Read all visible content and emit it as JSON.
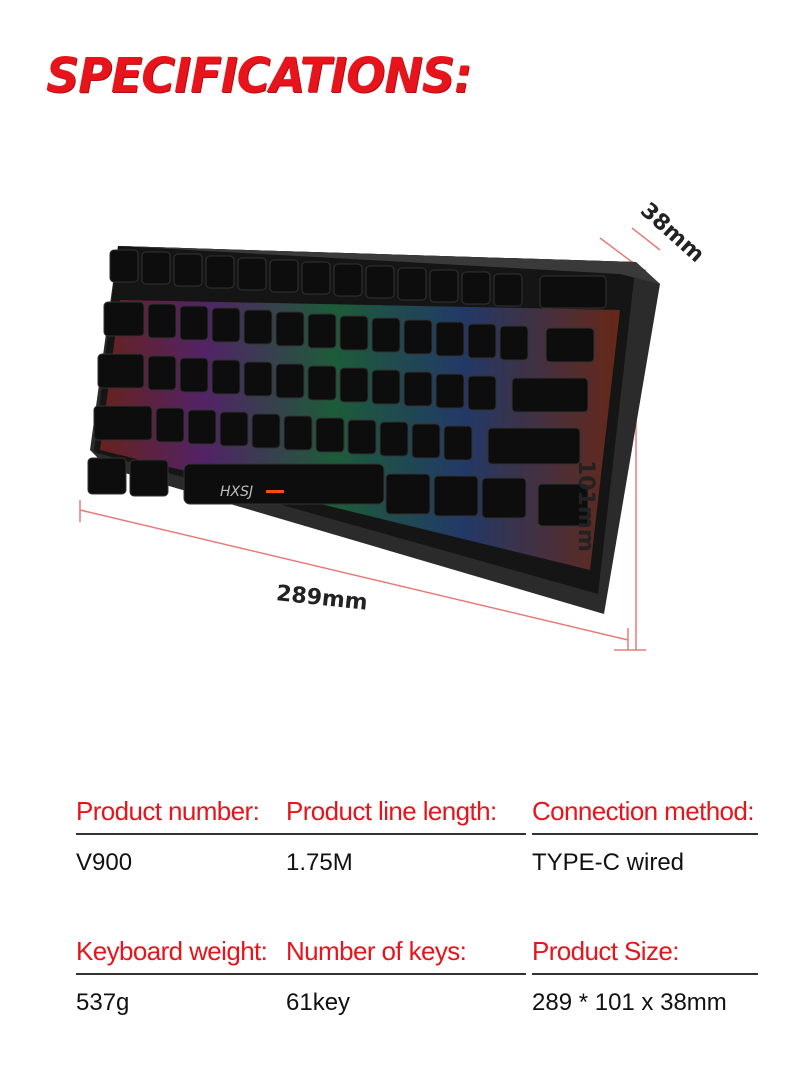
{
  "page_title": "SPECIFICATIONS:",
  "product": {
    "brand_logo_text": "HXSJ",
    "dimensions": {
      "width": "289mm",
      "height": "101mm",
      "depth": "38mm"
    }
  },
  "specs": [
    {
      "label": "Product number:",
      "value": "V900"
    },
    {
      "label": "Product line length:",
      "value": "1.75M"
    },
    {
      "label": "Connection method:",
      "value": "TYPE-C wired"
    },
    {
      "label": "Keyboard weight:",
      "value": "537g"
    },
    {
      "label": "Number of keys:",
      "value": "61key"
    },
    {
      "label": "Product Size:",
      "value": "289 * 101 x 38mm"
    }
  ],
  "colors": {
    "accent": "#e8141b",
    "keyboard": "#1a1a1a"
  }
}
